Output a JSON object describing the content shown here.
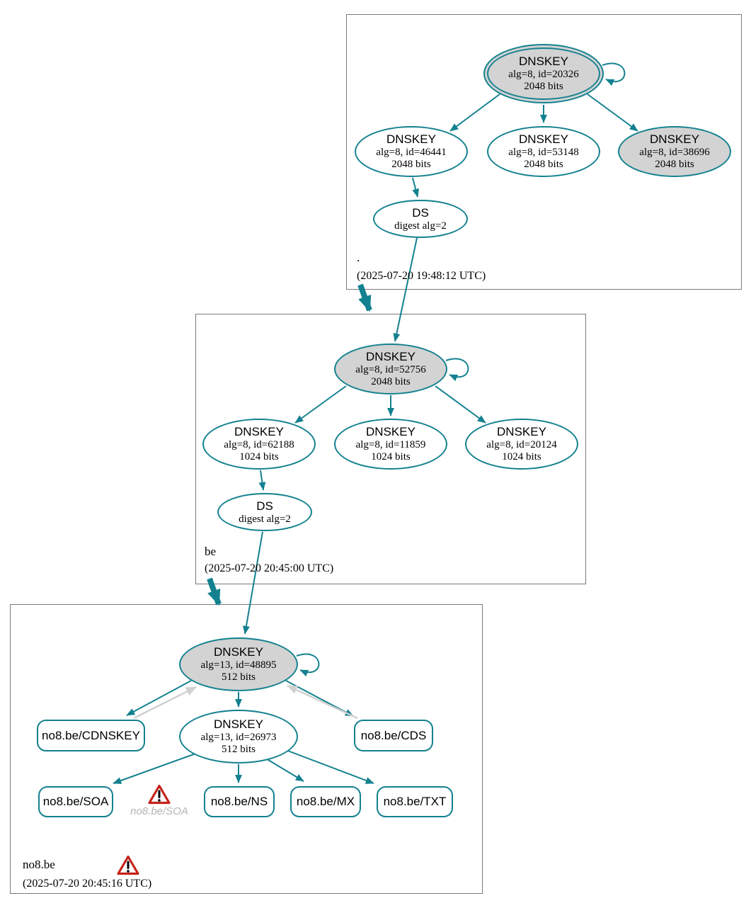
{
  "colors": {
    "edge_secure_teal": "#13818f",
    "edge_gray": "#d0d0d0",
    "ksk_fill_gray": "#d3d3d3",
    "warning_red": "#c5231b",
    "zone_box_border_gray": "#7a7a7a"
  },
  "zones": {
    "root": {
      "label": ".",
      "timestamp": "(2025-07-20 19:48:12 UTC)",
      "ksk": {
        "title": "DNSKEY",
        "alg": "alg=8, id=20326",
        "bits": "2048 bits"
      },
      "zsk_46441": {
        "title": "DNSKEY",
        "alg": "alg=8, id=46441",
        "bits": "2048 bits"
      },
      "zsk_53148": {
        "title": "DNSKEY",
        "alg": "alg=8, id=53148",
        "bits": "2048 bits"
      },
      "zsk_38696": {
        "title": "DNSKEY",
        "alg": "alg=8, id=38696",
        "bits": "2048 bits"
      },
      "ds": {
        "title": "DS",
        "digest": "digest alg=2"
      }
    },
    "be": {
      "label": "be",
      "timestamp": "(2025-07-20 20:45:00 UTC)",
      "ksk": {
        "title": "DNSKEY",
        "alg": "alg=8, id=52756",
        "bits": "2048 bits"
      },
      "zsk_62188": {
        "title": "DNSKEY",
        "alg": "alg=8, id=62188",
        "bits": "1024 bits"
      },
      "zsk_11859": {
        "title": "DNSKEY",
        "alg": "alg=8, id=11859",
        "bits": "1024 bits"
      },
      "zsk_20124": {
        "title": "DNSKEY",
        "alg": "alg=8, id=20124",
        "bits": "1024 bits"
      },
      "ds": {
        "title": "DS",
        "digest": "digest alg=2"
      }
    },
    "no8be": {
      "label": "no8.be",
      "timestamp": "(2025-07-20 20:45:16 UTC)",
      "ksk": {
        "title": "DNSKEY",
        "alg": "alg=13, id=48895",
        "bits": "512 bits"
      },
      "zsk": {
        "title": "DNSKEY",
        "alg": "alg=13, id=26973",
        "bits": "512 bits"
      },
      "cdnskey_label": "no8.be/CDNSKEY",
      "cds_label": "no8.be/CDS",
      "soa_label": "no8.be/SOA",
      "ns_label": "no8.be/NS",
      "mx_label": "no8.be/MX",
      "txt_label": "no8.be/TXT",
      "soa_warning_label": "no8.be/SOA"
    }
  }
}
